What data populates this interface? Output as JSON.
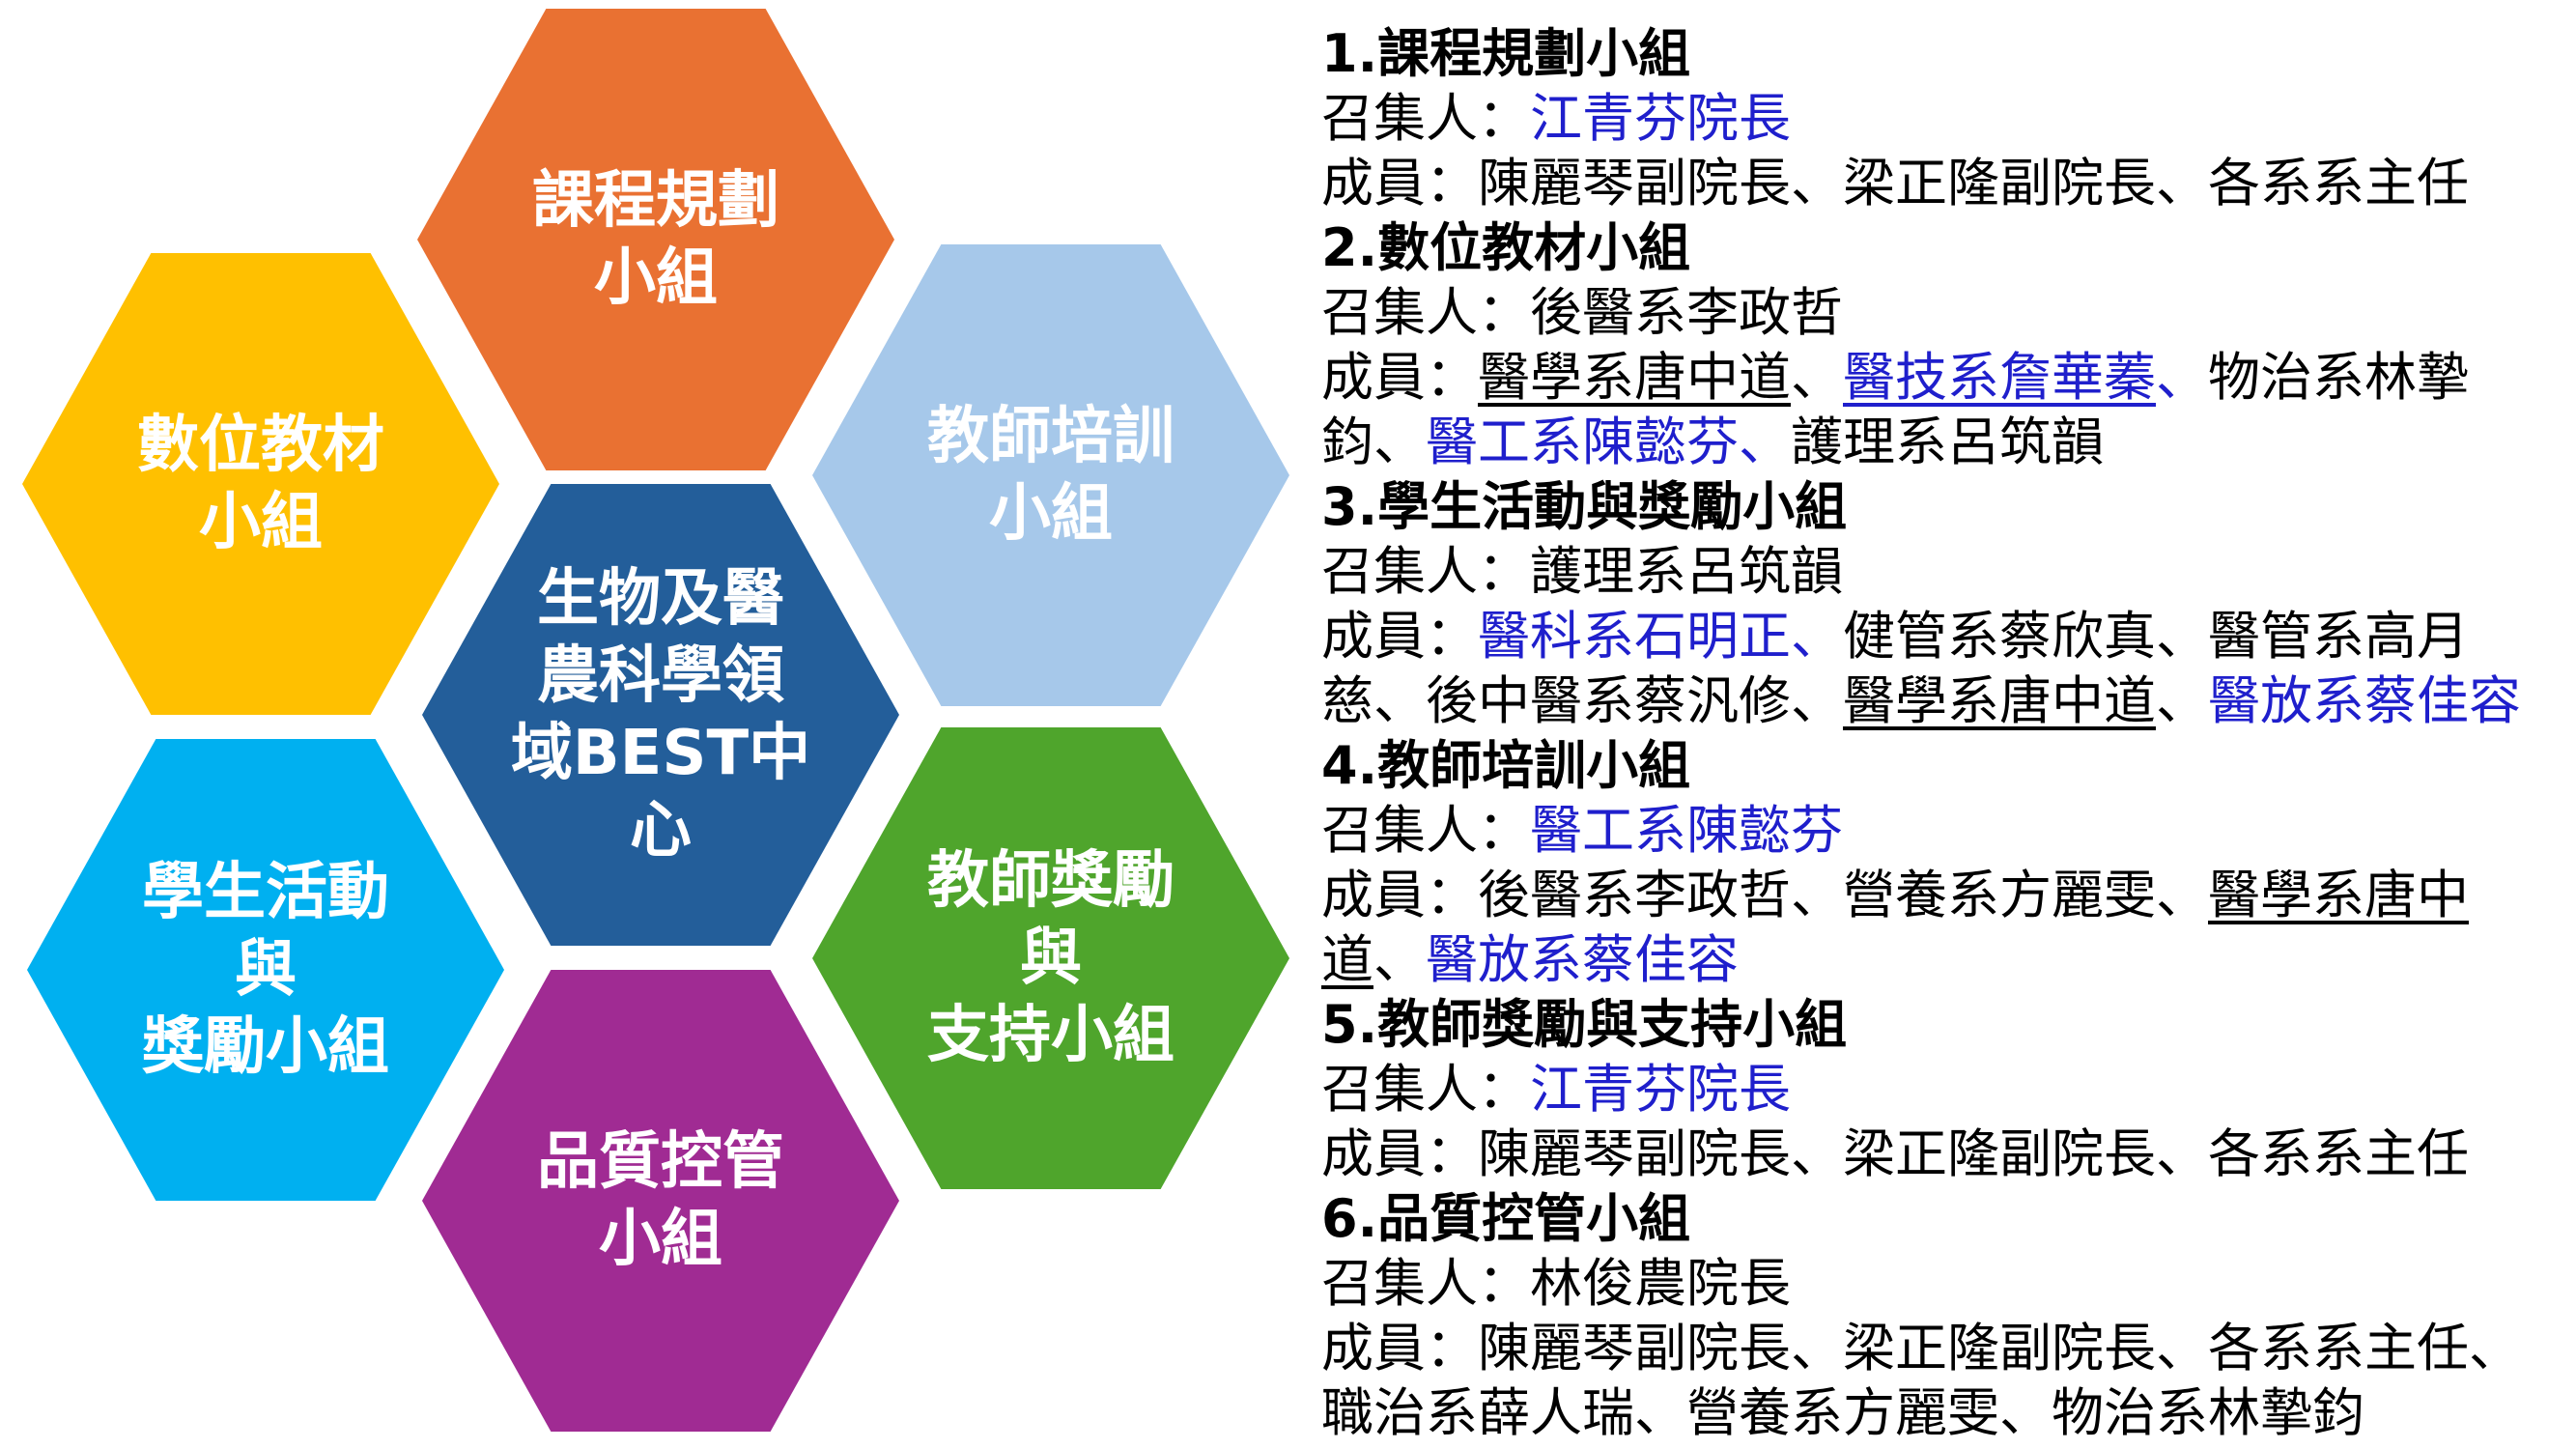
{
  "hexagons": {
    "orange": {
      "lines": [
        "課程規劃",
        "小組"
      ],
      "color": "#E97132"
    },
    "yellow": {
      "lines": [
        "數位教材",
        "小組"
      ],
      "color": "#FFC000"
    },
    "lightblue": {
      "lines": [
        "教師培訓",
        "小組"
      ],
      "color": "#A6C8EA"
    },
    "center": {
      "lines": [
        "生物及醫",
        "農科學領",
        "域BEST中",
        "心"
      ],
      "color": "#235E9A"
    },
    "cyan": {
      "lines": [
        "學生活動",
        "與",
        "獎勵小組"
      ],
      "color": "#00B0F0"
    },
    "green": {
      "lines": [
        "教師獎勵",
        "與",
        "支持小組"
      ],
      "color": "#4FA52C"
    },
    "purple": {
      "lines": [
        "品質控管",
        "小組"
      ],
      "color": "#A02B93"
    }
  },
  "colors": {
    "link_blue": "#1F1FCC"
  },
  "lines": [
    {
      "heading": true,
      "segs": [
        {
          "t": "1.課程規劃小組"
        }
      ]
    },
    {
      "segs": [
        {
          "t": "召集人："
        },
        {
          "t": "江青芬院長",
          "blue": true
        }
      ]
    },
    {
      "segs": [
        {
          "t": "成員：陳麗琴副院長、梁正隆副院長、各系系主任"
        }
      ]
    },
    {
      "heading": true,
      "segs": [
        {
          "t": "2.數位教材小組"
        }
      ]
    },
    {
      "segs": [
        {
          "t": "召集人：後醫系李政哲"
        }
      ]
    },
    {
      "segs": [
        {
          "t": "成員："
        },
        {
          "t": "醫學系唐中道",
          "ul": true
        },
        {
          "t": "、"
        },
        {
          "t": "醫技系詹華蓁",
          "blue": true,
          "ul": true
        },
        {
          "t": "、",
          "blue": true
        },
        {
          "t": "物治系林摯"
        }
      ]
    },
    {
      "segs": [
        {
          "t": "鈞、"
        },
        {
          "t": "醫工系陳懿芬",
          "blue": true
        },
        {
          "t": "、",
          "blue": true
        },
        {
          "t": "護理系呂筑韻"
        }
      ]
    },
    {
      "heading": true,
      "segs": [
        {
          "t": "3.學生活動與獎勵小組"
        }
      ]
    },
    {
      "segs": [
        {
          "t": "召集人：護理系呂筑韻"
        }
      ]
    },
    {
      "segs": [
        {
          "t": "成員："
        },
        {
          "t": "醫科系石明正",
          "blue": true
        },
        {
          "t": "、",
          "blue": true
        },
        {
          "t": "健管系蔡欣真、醫管系高月"
        }
      ]
    },
    {
      "segs": [
        {
          "t": "慈、後中醫系蔡汎修、"
        },
        {
          "t": "醫學系唐中道",
          "ul": true
        },
        {
          "t": "、"
        },
        {
          "t": "醫放系蔡佳容",
          "blue": true
        }
      ]
    },
    {
      "heading": true,
      "segs": [
        {
          "t": "4.教師培訓小組"
        }
      ]
    },
    {
      "segs": [
        {
          "t": "召集人："
        },
        {
          "t": "醫工系陳懿芬",
          "blue": true
        }
      ]
    },
    {
      "segs": [
        {
          "t": "成員：後醫系李政哲、營養系方麗雯、"
        },
        {
          "t": "醫學系唐中",
          "ul": true
        }
      ]
    },
    {
      "segs": [
        {
          "t": "道",
          "ul": true
        },
        {
          "t": "、"
        },
        {
          "t": "醫放系蔡佳容",
          "blue": true
        }
      ]
    },
    {
      "heading": true,
      "segs": [
        {
          "t": "5.教師獎勵與支持小組"
        }
      ]
    },
    {
      "segs": [
        {
          "t": "召集人："
        },
        {
          "t": "江青芬院長",
          "blue": true
        }
      ]
    },
    {
      "segs": [
        {
          "t": "成員：陳麗琴副院長、梁正隆副院長、各系系主任"
        }
      ]
    },
    {
      "heading": true,
      "segs": [
        {
          "t": "6.品質控管小組"
        }
      ]
    },
    {
      "segs": [
        {
          "t": "召集人：林俊農院長"
        }
      ]
    },
    {
      "segs": [
        {
          "t": "成員：陳麗琴副院長、梁正隆副院長、各系系主任、"
        }
      ]
    },
    {
      "segs": [
        {
          "t": "職治系薛人瑞、營養系方麗雯、物治系林摯鈞"
        }
      ]
    }
  ]
}
